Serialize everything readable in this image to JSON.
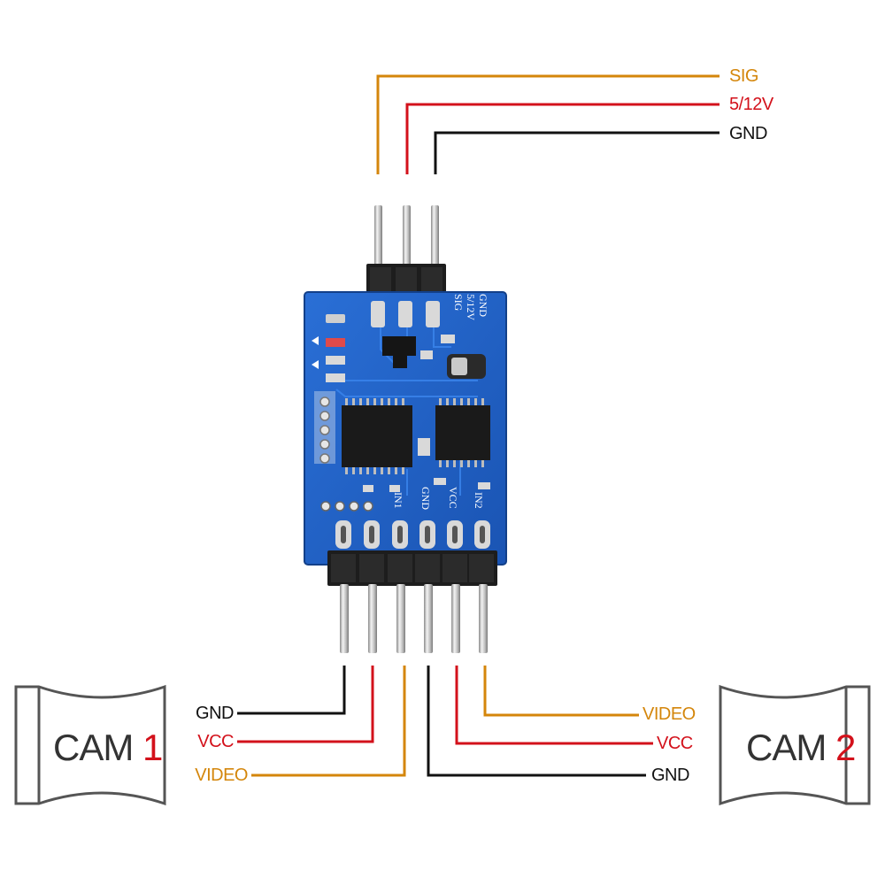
{
  "colors": {
    "signal": "#d4860b",
    "power": "#d3111b",
    "ground": "#111111",
    "board": "#1f5fc4",
    "board_dark": "#154a9e",
    "outline": "#555555"
  },
  "top_wires": [
    {
      "label": "SIG",
      "color_key": "signal"
    },
    {
      "label": "5/12V",
      "color_key": "power"
    },
    {
      "label": "GND",
      "color_key": "ground"
    }
  ],
  "board": {
    "top_silk": [
      "GND",
      "5/12V",
      "SIG"
    ],
    "bottom_silk": [
      "IN1",
      "GND",
      "VCC",
      "IN2"
    ]
  },
  "cam1": {
    "name": "CAM",
    "number": "1",
    "wires": [
      {
        "label": "GND",
        "color_key": "ground"
      },
      {
        "label": "VCC",
        "color_key": "power"
      },
      {
        "label": "VIDEO",
        "color_key": "signal"
      }
    ]
  },
  "cam2": {
    "name": "CAM",
    "number": "2",
    "wires": [
      {
        "label": "VIDEO",
        "color_key": "signal"
      },
      {
        "label": "VCC",
        "color_key": "power"
      },
      {
        "label": "GND",
        "color_key": "ground"
      }
    ]
  }
}
